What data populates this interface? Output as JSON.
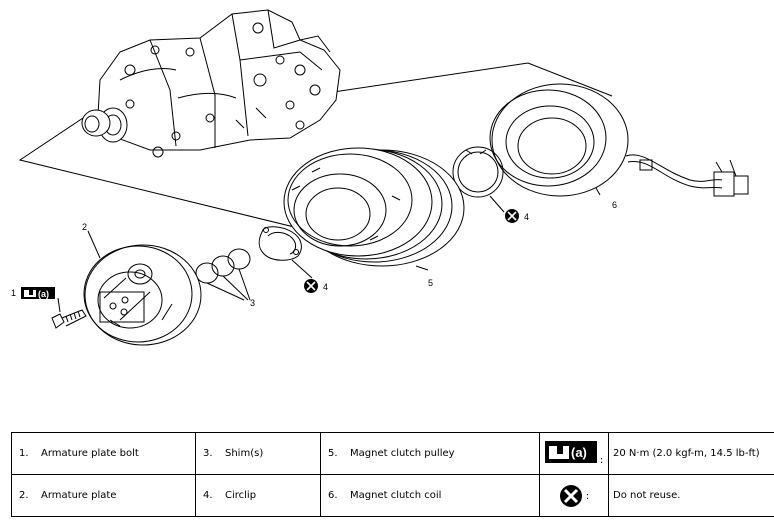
{
  "callouts": [
    "1",
    "2",
    "3",
    "4",
    "4",
    "5",
    "6"
  ],
  "torque_symbol_label": "(a)",
  "legend": {
    "rows": [
      [
        {
          "num": "1.",
          "text": "Armature plate bolt"
        },
        {
          "num": "3.",
          "text": "Shim(s)"
        },
        {
          "num": "5.",
          "text": "Magnet clutch pulley"
        }
      ],
      [
        {
          "num": "2.",
          "text": "Armature plate"
        },
        {
          "num": "4.",
          "text": "Circlip"
        },
        {
          "num": "6.",
          "text": "Magnet clutch coil"
        }
      ]
    ],
    "symbols": [
      {
        "icon": "torque-wrench-icon",
        "label": "(a)",
        "colon": ":",
        "note": "20 N·m (2.0 kgf-m, 14.5 lb-ft)"
      },
      {
        "icon": "do-not-reuse-icon",
        "colon": ":",
        "note": "Do not reuse."
      }
    ]
  }
}
